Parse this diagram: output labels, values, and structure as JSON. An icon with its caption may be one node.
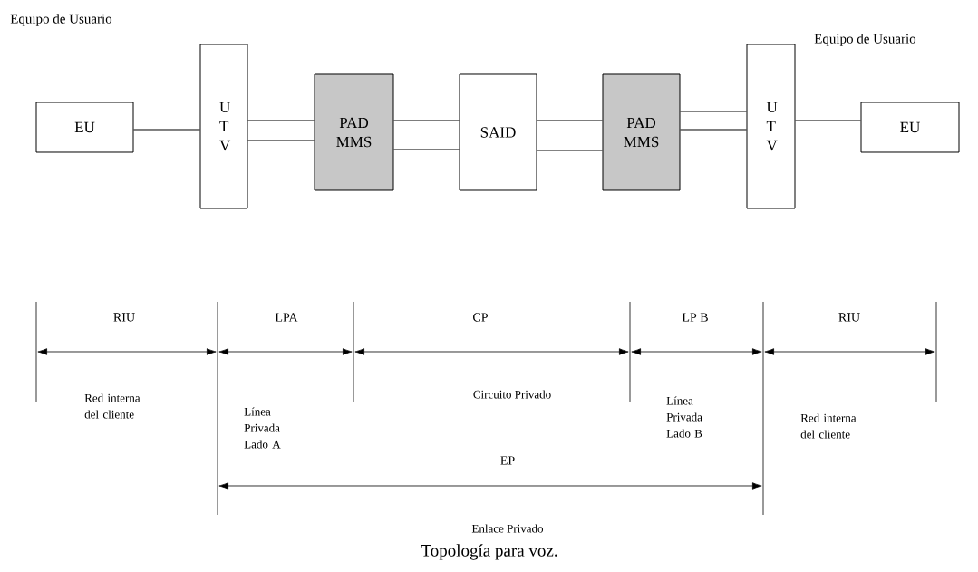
{
  "diagram": {
    "caption": "Topología para voz.",
    "nodes": [
      {
        "text": [
          "EU"
        ]
      },
      {
        "text": [
          "U T V"
        ]
      },
      {
        "text": [
          "PAD MMS"
        ]
      },
      {
        "text": [
          "SAID"
        ]
      },
      {
        "text": [
          "PAD MMS"
        ]
      },
      {
        "text": [
          "U T V"
        ]
      },
      {
        "text": [
          "EU"
        ]
      }
    ],
    "edges": [
      {
        "from": 0,
        "to": 1,
        "arrow": "none"
      },
      {
        "from": 1,
        "to": 2,
        "arrow": "none"
      },
      {
        "from": 1,
        "to": 2,
        "arrow": "none"
      },
      {
        "from": 2,
        "to": 3,
        "arrow": "none"
      },
      {
        "from": 2,
        "to": 3,
        "arrow": "none"
      },
      {
        "from": 3,
        "to": 4,
        "arrow": "none"
      },
      {
        "from": 3,
        "to": 4,
        "arrow": "none"
      },
      {
        "from": 4,
        "to": 5,
        "arrow": "none"
      },
      {
        "from": 4,
        "to": 5,
        "arrow": "none"
      },
      {
        "from": 5,
        "to": 6,
        "arrow": "none"
      }
    ],
    "labels": [
      "Equipo de Usuario",
      "Equipo de Usuario",
      "RIU",
      "LPA",
      "CP",
      "LP B",
      "RIU",
      "Red interna del cliente",
      "Línea Privada Lado A",
      "Circuito Privado",
      "Línea Privada Lado B",
      "Red interna del cliente",
      "EP",
      "Enlace Privado"
    ]
  }
}
